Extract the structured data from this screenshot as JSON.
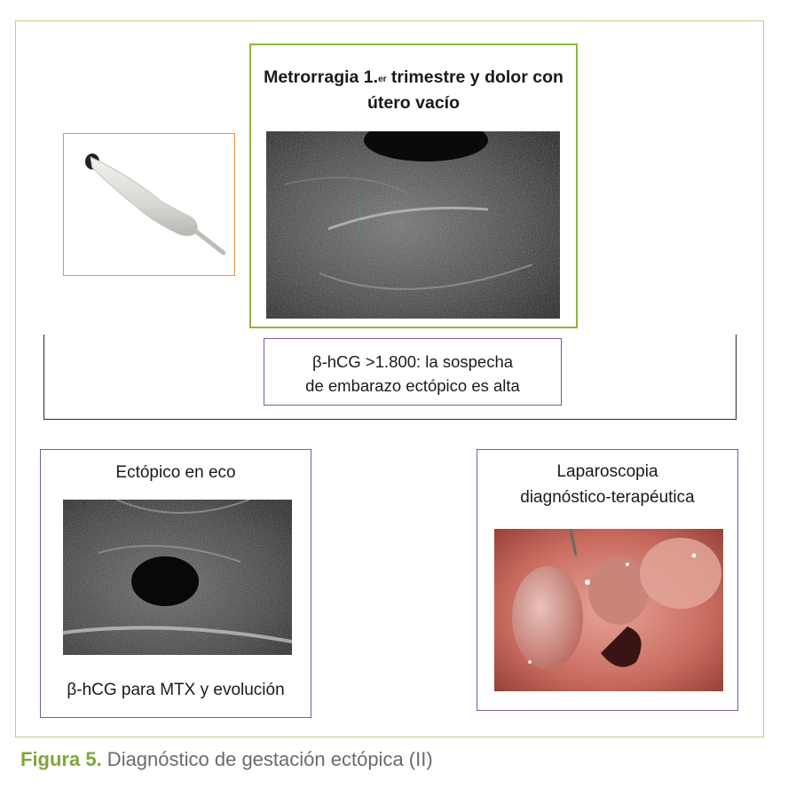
{
  "main_box": {
    "title_part1": "Metrorragia 1.",
    "title_sup": "er",
    "title_part2": " trimestre y dolor con útero vacío"
  },
  "hcg_box": {
    "line1": "β-hCG >1.800: la sospecha",
    "line2": "de embarazo ectópico es alta"
  },
  "ectopic_box": {
    "title": "Ectópico en eco",
    "footer": "β-hCG para MTX y evolución"
  },
  "laparoscopy_box": {
    "line1": "Laparoscopia",
    "line2": "diagnóstico-terapéutica"
  },
  "caption": {
    "label": "Figura 5.",
    "text": " Diagnóstico de gestación ectópica (II)"
  },
  "colors": {
    "frame_border": "#b9cf8a",
    "main_box_border": "#8eb53f",
    "probe_box_border": "#ef8f3d",
    "purple_border": "#7b5aa3",
    "caption_label": "#7ea73a"
  },
  "icons": [
    "ultrasound-probe-image",
    "ultrasound-scan-image",
    "ectopic-ultrasound-image",
    "laparoscopy-photo"
  ]
}
